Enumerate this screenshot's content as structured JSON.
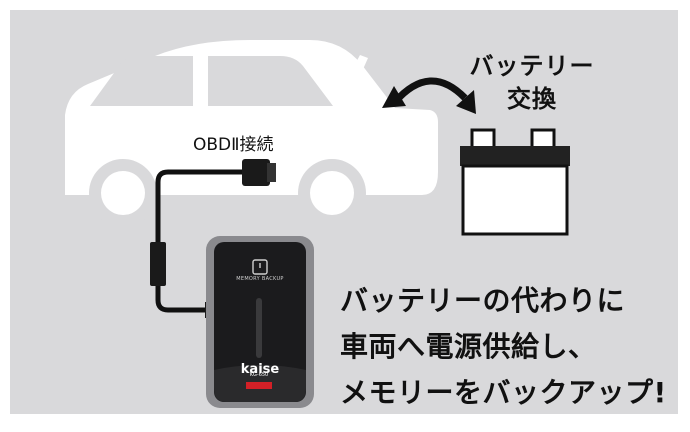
{
  "labels": {
    "battery_exchange_line1": "バッテリー",
    "battery_exchange_line2": "交換",
    "obd_connection": "OBDⅡ接続"
  },
  "headline": [
    "バッテリーの代わりに",
    "車両へ電源供給し、",
    "メモリーをバックアップ!"
  ],
  "device": {
    "small_label": "MEMORY BACKUP",
    "brand": "kaise",
    "model_badge": "KG-650"
  },
  "colors": {
    "background": "#d9d9db",
    "car": "#ffffff",
    "device_body": "#1b1b1d",
    "device_frame": "#8a8a8e",
    "accent_red": "#d32027",
    "text": "#111111"
  }
}
